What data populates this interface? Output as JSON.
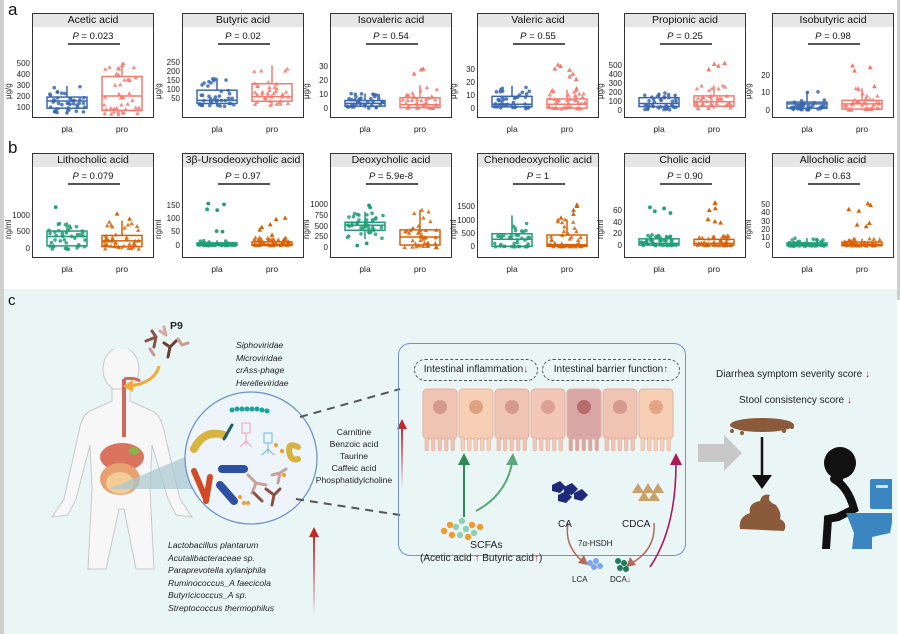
{
  "panels": {
    "a": "a",
    "b": "b",
    "c": "c"
  },
  "colors": {
    "pla_a": "#3a67b0",
    "pro_a": "#f47a6f",
    "pla_b": "#1f9e77",
    "pro_b": "#d95f02",
    "strip_bg": "#e6e6e6",
    "panel_c_bg": "#eaf5f6",
    "mechanism_border": "#6f94c9",
    "increase_arrow": "#c62828"
  },
  "chart_data": [
    {
      "type": "box",
      "row": "a",
      "title": "Acetic acid",
      "p_label": "P",
      "p_value": "= 0.023",
      "ylabel": "μg/g",
      "yticks": [
        "100",
        "200",
        "300",
        "400",
        "500"
      ],
      "ylim": [
        30,
        560
      ],
      "categories": [
        "pla",
        "pro"
      ],
      "series": [
        {
          "name": "pla",
          "q1": 100,
          "median": 165,
          "q3": 200,
          "whisker_low": 55,
          "whisker_high": 300,
          "outliers": []
        },
        {
          "name": "pro",
          "q1": 80,
          "median": 210,
          "q3": 385,
          "whisker_low": 40,
          "whisker_high": 510,
          "outliers": []
        }
      ]
    },
    {
      "type": "box",
      "row": "a",
      "title": "Butyric acid",
      "p_label": "P",
      "p_value": "= 0.02",
      "ylabel": "μg/g",
      "yticks": [
        "50",
        "100",
        "150",
        "200",
        "250"
      ],
      "ylim": [
        -40,
        280
      ],
      "categories": [
        "pla",
        "pro"
      ],
      "series": [
        {
          "name": "pla",
          "q1": 28,
          "median": 45,
          "q3": 100,
          "whisker_low": 10,
          "whisker_high": 165,
          "outliers": []
        },
        {
          "name": "pro",
          "q1": 40,
          "median": 65,
          "q3": 135,
          "whisker_low": 15,
          "whisker_high": 235,
          "outliers": []
        }
      ]
    },
    {
      "type": "box",
      "row": "a",
      "title": "Isovaleric acid",
      "p_label": "P",
      "p_value": "= 0.54",
      "ylabel": "μg/g",
      "yticks": [
        "0",
        "10",
        "20",
        "30"
      ],
      "ylim": [
        -5,
        37
      ],
      "categories": [
        "pla",
        "pro"
      ],
      "series": [
        {
          "name": "pla",
          "q1": 2,
          "median": 4,
          "q3": 6,
          "whisker_low": 0.5,
          "whisker_high": 11,
          "outliers": []
        },
        {
          "name": "pro",
          "q1": 1,
          "median": 3,
          "q3": 8,
          "whisker_low": 0.3,
          "whisker_high": 17,
          "outliers": [
            25,
            28.5,
            28
          ]
        }
      ]
    },
    {
      "type": "box",
      "row": "a",
      "title": "Valeric acid",
      "p_label": "P",
      "p_value": "= 0.55",
      "ylabel": "μg/g",
      "yticks": [
        "0",
        "10",
        "20",
        "30"
      ],
      "ylim": [
        -5,
        40
      ],
      "categories": [
        "pla",
        "pro"
      ],
      "series": [
        {
          "name": "pla",
          "q1": 2,
          "median": 4,
          "q3": 10,
          "whisker_low": 0.5,
          "whisker_high": 18,
          "outliers": []
        },
        {
          "name": "pro",
          "q1": 1,
          "median": 4,
          "q3": 8,
          "whisker_low": 0.3,
          "whisker_high": 15,
          "outliers": [
            23,
            25,
            27,
            30,
            31,
            33,
            34,
            16
          ]
        }
      ]
    },
    {
      "type": "box",
      "row": "a",
      "title": "Propionic acid",
      "p_label": "P",
      "p_value": "= 0.25",
      "ylabel": "μg/g",
      "yticks": [
        "0",
        "100",
        "200",
        "300",
        "400",
        "500"
      ],
      "ylim": [
        -60,
        600
      ],
      "categories": [
        "pla",
        "pro"
      ],
      "series": [
        {
          "name": "pla",
          "q1": 45,
          "median": 80,
          "q3": 145,
          "whisker_low": 10,
          "whisker_high": 200,
          "outliers": []
        },
        {
          "name": "pro",
          "q1": 50,
          "median": 100,
          "q3": 165,
          "whisker_low": 20,
          "whisker_high": 280,
          "outliers": [
            460,
            500,
            520,
            530
          ]
        }
      ]
    },
    {
      "type": "box",
      "row": "a",
      "title": "Isobutyric acid",
      "p_label": "P",
      "p_value": "= 0.98",
      "ylabel": "μg/g",
      "yticks": [
        "0",
        "10",
        "20"
      ],
      "ylim": [
        -3,
        31
      ],
      "categories": [
        "pla",
        "pro"
      ],
      "series": [
        {
          "name": "pla",
          "q1": 1.5,
          "median": 4,
          "q3": 5,
          "whisker_low": 0.5,
          "whisker_high": 11,
          "outliers": []
        },
        {
          "name": "pro",
          "q1": 1,
          "median": 4,
          "q3": 6,
          "whisker_low": 0.3,
          "whisker_high": 13,
          "outliers": [
            14,
            23,
            25,
            26
          ]
        }
      ]
    },
    {
      "type": "box",
      "row": "b",
      "title": "Lithocholic acid",
      "p_label": "P",
      "p_value": "= 0.079",
      "ylabel": "ng/ml",
      "yticks": [
        "0",
        "500",
        "1000"
      ],
      "ylim": [
        -200,
        1550
      ],
      "categories": [
        "pla",
        "pro"
      ],
      "series": [
        {
          "name": "pla",
          "q1": 100,
          "median": 380,
          "q3": 540,
          "whisker_low": 0,
          "whisker_high": 800,
          "outliers": [
            1250
          ]
        },
        {
          "name": "pro",
          "q1": 80,
          "median": 250,
          "q3": 410,
          "whisker_low": 0,
          "whisker_high": 850,
          "outliers": [
            900,
            1050
          ]
        }
      ]
    },
    {
      "type": "box",
      "row": "b",
      "title": "3β-Ursodeoxycholic acid",
      "p_label": "P",
      "p_value": "= 0.97",
      "ylabel": "ng/ml",
      "yticks": [
        "0",
        "50",
        "100",
        "150"
      ],
      "ylim": [
        -40,
        185
      ],
      "categories": [
        "pla",
        "pro"
      ],
      "series": [
        {
          "name": "pla",
          "q1": 0,
          "median": 5,
          "q3": 10,
          "whisker_low": 0,
          "whisker_high": 20,
          "outliers": [
            53,
            55,
            135,
            138,
            157,
            160
          ]
        },
        {
          "name": "pro",
          "q1": 0,
          "median": 5,
          "q3": 14,
          "whisker_low": 0,
          "whisker_high": 30,
          "outliers": [
            40,
            60,
            70,
            80,
            100,
            105
          ]
        }
      ]
    },
    {
      "type": "box",
      "row": "b",
      "title": "Deoxycholic acid",
      "p_label": "P",
      "p_value": "= 5.9e-8",
      "ylabel": "ng/ml",
      "yticks": [
        "0",
        "250",
        "500",
        "750",
        "1000"
      ],
      "ylim": [
        -200,
        1200
      ],
      "categories": [
        "pla",
        "pro"
      ],
      "series": [
        {
          "name": "pla",
          "q1": 410,
          "median": 530,
          "q3": 600,
          "whisker_low": 200,
          "whisker_high": 850,
          "outliers": [
            50,
            100,
            950,
            1000
          ]
        },
        {
          "name": "pro",
          "q1": 60,
          "median": 250,
          "q3": 420,
          "whisker_low": 0,
          "whisker_high": 900,
          "outliers": []
        }
      ]
    },
    {
      "type": "box",
      "row": "b",
      "title": "Chenodeoxycholic acid",
      "p_label": "P",
      "p_value": "= 1",
      "ylabel": "ng/ml",
      "yticks": [
        "0",
        "500",
        "1000",
        "1500"
      ],
      "ylim": [
        -350,
        1900
      ],
      "categories": [
        "pla",
        "pro"
      ],
      "series": [
        {
          "name": "pla",
          "q1": 20,
          "median": 290,
          "q3": 500,
          "whisker_low": 0,
          "whisker_high": 1200,
          "outliers": []
        },
        {
          "name": "pro",
          "q1": 20,
          "median": 80,
          "q3": 450,
          "whisker_low": 0,
          "whisker_high": 1050,
          "outliers": [
            1100,
            1250,
            1400,
            1550,
            1600
          ]
        }
      ]
    },
    {
      "type": "box",
      "row": "b",
      "title": "Cholic acid",
      "p_label": "P",
      "p_value": "= 0.90",
      "ylabel": "ng/ml",
      "yticks": [
        "0",
        "20",
        "40",
        "60"
      ],
      "ylim": [
        -18,
        85
      ],
      "categories": [
        "pla",
        "pro"
      ],
      "series": [
        {
          "name": "pla",
          "q1": 1,
          "median": 4,
          "q3": 12,
          "whisker_low": 0,
          "whisker_high": 20,
          "outliers": [
            57,
            60,
            65,
            67
          ]
        },
        {
          "name": "pro",
          "q1": 1,
          "median": 4,
          "q3": 11,
          "whisker_low": 0,
          "whisker_high": 18,
          "outliers": [
            40,
            42,
            46,
            62,
            65,
            74,
            75
          ]
        }
      ]
    },
    {
      "type": "box",
      "row": "b",
      "title": "Allocholic acid",
      "p_label": "P",
      "p_value": "= 0.63",
      "ylabel": "ng/ml",
      "yticks": [
        "0",
        "10",
        "20",
        "30",
        "40",
        "50"
      ],
      "ylim": [
        -12,
        60
      ],
      "categories": [
        "pla",
        "pro"
      ],
      "series": [
        {
          "name": "pla",
          "q1": 0.5,
          "median": 2,
          "q3": 4,
          "whisker_low": 0,
          "whisker_high": 10,
          "outliers": []
        },
        {
          "name": "pro",
          "q1": 0.5,
          "median": 2,
          "q3": 5,
          "whisker_low": 0,
          "whisker_high": 9,
          "outliers": [
            24,
            26,
            28,
            43,
            45,
            50,
            52
          ]
        }
      ]
    }
  ],
  "diagram": {
    "probiotic_label": "P9",
    "viruses": [
      "Siphoviridae",
      "Microviridae",
      "crAss-phage",
      "Herelleviridae"
    ],
    "metabolites": [
      "Carnitine",
      "Benzoic acid",
      "Taurine",
      "Caffeic acid",
      "Phosphatidylcholine"
    ],
    "bacteria": [
      "Lactobacillus plantarum",
      "Acutalibacteraceae sp.",
      "Paraprevotella xylaniphila",
      "Ruminococcus_A faecicola",
      "Butyricicoccus_A sp.",
      "Streptococcus thermophilus"
    ],
    "mechanism": {
      "inflammation": "Intestinal inflammation",
      "inflammation_dir": "↓",
      "barrier": "Intestinal barrier function",
      "barrier_dir": "↑",
      "scfas": "SCFAs",
      "scfa_detail_open": "(Acetic acid",
      "scfa_mid": "Butyric acid",
      "scfa_close": ")",
      "up": "↑",
      "down": "↓",
      "ca": "CA",
      "cdca": "CDCA",
      "enzyme": "7α-HSDH",
      "lca": "LCA",
      "dca": "DCA"
    },
    "outcomes": {
      "diarrhea": "Diarrhea symptom severity score",
      "stool": "Stool consistency score"
    }
  }
}
